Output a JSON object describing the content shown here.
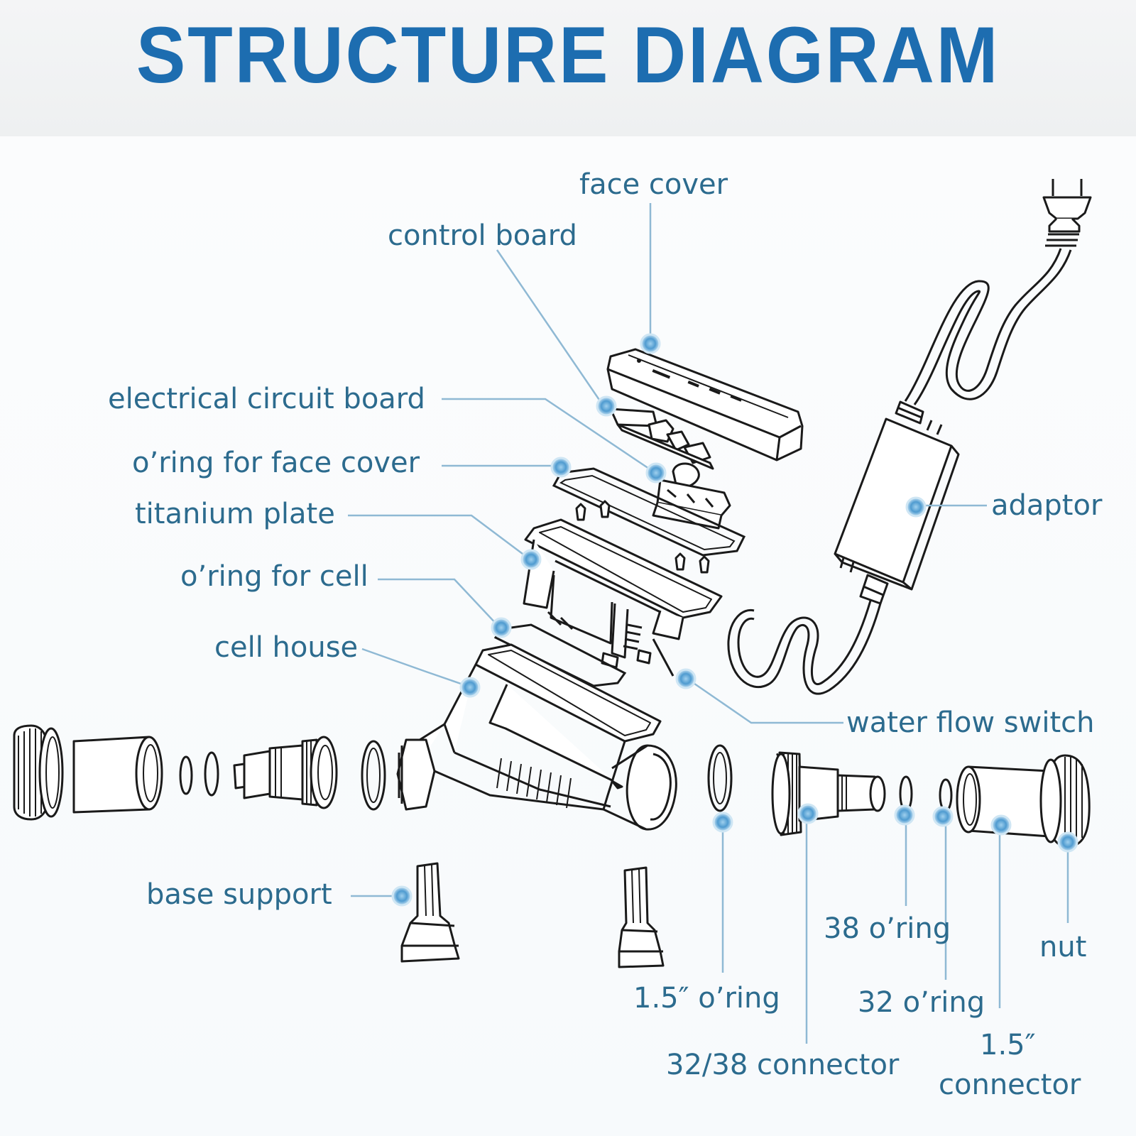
{
  "title": "STRUCTURE DIAGRAM",
  "colors": {
    "title": "#1d6db0",
    "label": "#2c6b8e",
    "leader": "#8fb9d4",
    "marker": "#5ea3d0",
    "drawing": "#1a1a1a"
  },
  "labels": {
    "face_cover": "face cover",
    "control_board": "control board",
    "electrical_circuit_board": "electrical circuit board",
    "oring_face_cover": "o’ring for face cover",
    "titanium_plate": "titanium plate",
    "oring_cell": "o’ring for cell",
    "cell_house": "cell house",
    "adaptor": "adaptor",
    "water_flow_switch": "water flow switch",
    "base_support": "base support",
    "oring_38": "38 o’ring",
    "nut": "nut",
    "oring_15": "1.5″  o’ring",
    "oring_32": "32 o’ring",
    "connector_15_size": "1.5″",
    "connector_32_38": "32/38 connector",
    "connector_15": "connector"
  }
}
